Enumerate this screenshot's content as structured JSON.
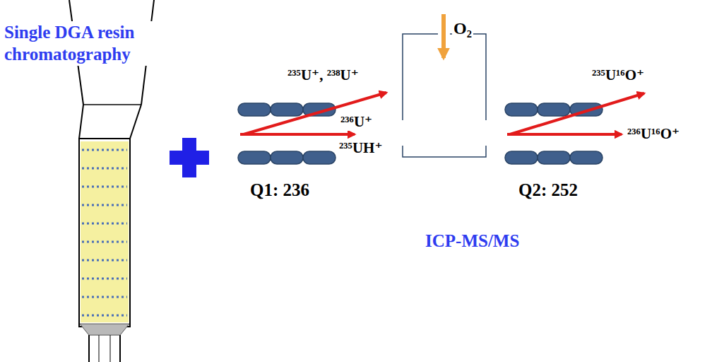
{
  "diagram": {
    "labels": [
      "Single DGA resin chromatography",
      "²³⁵U⁺, ²³⁸U⁺",
      "²³⁶U⁺",
      "²³⁵UH⁺",
      "Q1: 236",
      "O₂",
      "²³⁵U¹⁶O⁺",
      "²³⁶U¹⁶O⁺",
      "Q2: 252",
      "ICP-MS/MS"
    ]
  }
}
